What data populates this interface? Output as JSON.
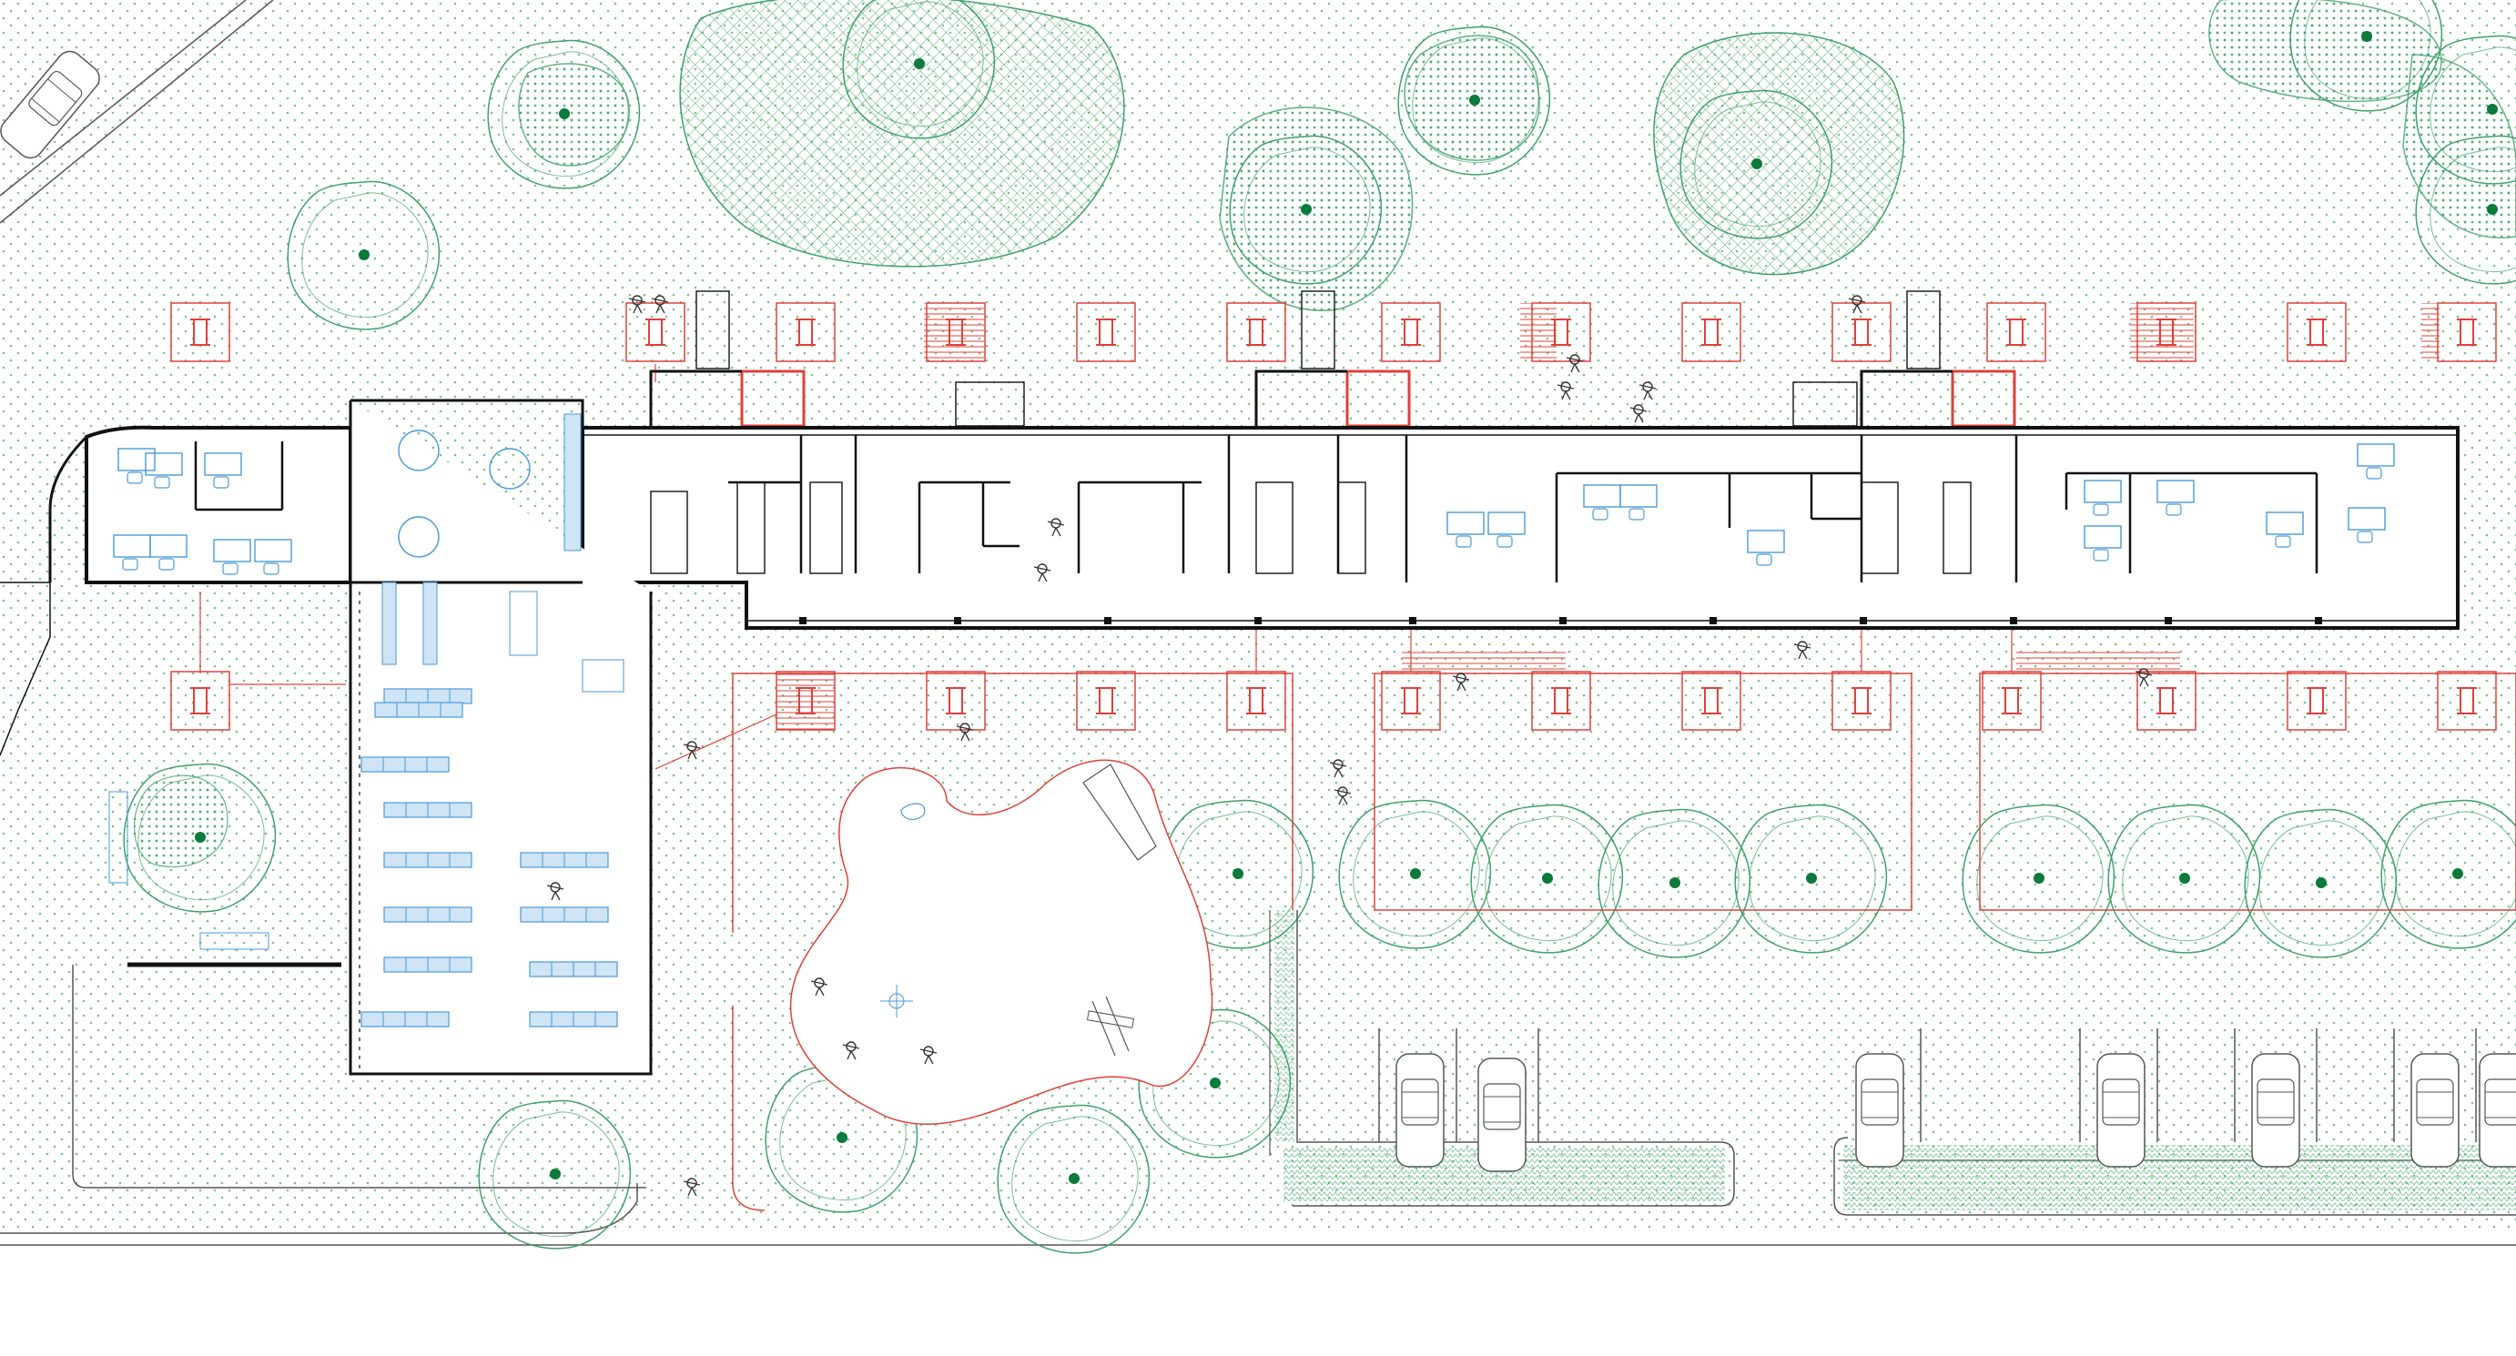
{
  "drawing": {
    "kind": "architectural site plan",
    "printed_text": []
  },
  "palette": {
    "background": "#ffffff",
    "walls": "#111111",
    "ground_dots": "#7fbf8f",
    "tree_outline": "#3fa06a",
    "tree_trunk": "#0b7a3b",
    "canopy_hatch": "#58a874",
    "red_overlay": "#e0403a",
    "furniture_blue": "#4a9ad8",
    "lines_grey": "#555555"
  },
  "layers": [
    {
      "name": "ground-texture",
      "icon": "dot-pattern"
    },
    {
      "name": "trees",
      "icon": "tree-canopy-icon"
    },
    {
      "name": "building-walls",
      "icon": "wall-icon"
    },
    {
      "name": "furniture",
      "icon": "desk-icon"
    },
    {
      "name": "red-grid-markers",
      "icon": "pergola-marker-icon"
    },
    {
      "name": "parking",
      "icon": "car-icon"
    },
    {
      "name": "playground",
      "icon": "slide-icon"
    },
    {
      "name": "people",
      "icon": "person-icon"
    }
  ]
}
